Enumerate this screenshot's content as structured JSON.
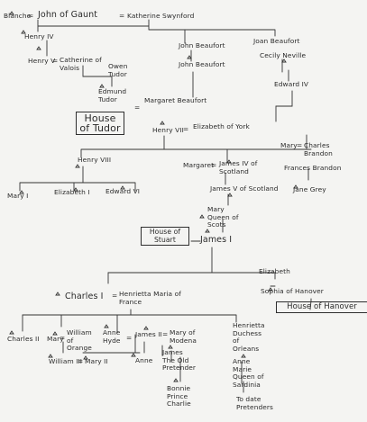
{
  "tree": {
    "gen1": {
      "blanche": "Blanche",
      "eq1": "=",
      "john_of_gaunt": "John of Gaunt",
      "eq2": "=",
      "katherine": "Katherine Swynford"
    },
    "gen2": {
      "henry4": "Henry IV",
      "john_beaufort_a": "John Beaufort",
      "joan_beaufort": "Joan Beaufort"
    },
    "gen3": {
      "henry5": "Henry V",
      "eq": "=",
      "catherine": "Catherine of Valois",
      "owen_tudor": "Owen Tudor",
      "john_beaufort_b": "John Beaufort",
      "cecily_neville": "Cecily Neville"
    },
    "gen4": {
      "edmund_tudor": "Edmund Tudor",
      "eq_margaret": "=",
      "margaret_beaufort": "Margaret Beaufort",
      "edward4": "Edward IV",
      "house_tudor": "House of Tudor",
      "henry7": "Henry VII",
      "eq_eliz": "=",
      "elizabeth_york": "Elizabeth of York"
    },
    "gen5": {
      "henry8": "Henry VIII",
      "margaret": "Margaret",
      "eq_james4": "=",
      "james4": "James IV of Scotland",
      "mary": "Mary",
      "eq_charles": "=",
      "charles_brandon": "Charles Brandon",
      "frances_brandon": "Frances Brandon",
      "jane_grey": "Jane Grey",
      "mary1": "Mary I",
      "elizabeth1": "Elizabeth I",
      "edward6": "Edward VI",
      "james5": "James V of Scotland",
      "mary_queen_scots": "Mary Queen of Scots",
      "house_stuart": "House of Stuart",
      "james1": "James I"
    },
    "stuart": {
      "charles1": "Charles I",
      "eq_hm": "=",
      "henrietta_maria": "Henrietta Maria of France",
      "elizabeth": "Elizabeth",
      "sophia": "Sophia of Hanover",
      "house_hanover": "House of Hanover",
      "charles2": "Charles II",
      "mary": "Mary",
      "eq_william": "=",
      "william_orange": "William of Orange",
      "anne_hyde": "Anne Hyde",
      "eq_james2": "=",
      "james2": "James II",
      "eq_mary_modena": "=",
      "mary_modena": "Mary of Modena",
      "henrietta": "Henrietta Duchess of Orleans",
      "william3": "William III",
      "eq_wm": "=",
      "mary2": "Mary II",
      "anne": "Anne",
      "james_old": "James The Old Pretender",
      "anne_marie": "Anne Marie Queen of Sardinia",
      "bonnie": "Bonnie Prince Charlie",
      "to_date": "To date Pretenders"
    }
  }
}
